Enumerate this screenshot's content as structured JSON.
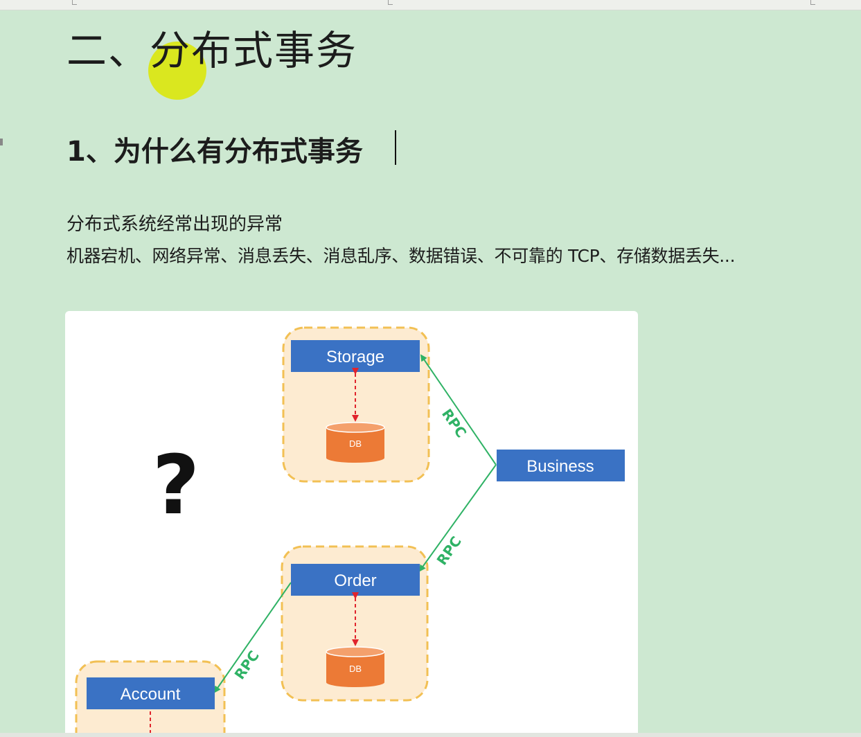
{
  "document": {
    "heading": "二、分布式事务",
    "subheading": "1、为什么有分布式事务",
    "paragraph_1": "分布式系统经常出现的异常",
    "paragraph_2": "机器宕机、网络异常、消息丢失、消息乱序、数据错误、不可靠的 TCP、存储数据丢失..."
  },
  "diagram": {
    "question_mark": "?",
    "services": {
      "storage": "Storage",
      "business": "Business",
      "order": "Order",
      "account": "Account"
    },
    "db_label": "DB",
    "rpc_label": "RPC",
    "colors": {
      "service_box": "#3a72c4",
      "db": "#ec7a36",
      "container_fill": "#fdebd1",
      "container_border": "#f2c054",
      "rpc_line": "#2fb265",
      "db_arrow": "#e0242c"
    }
  }
}
